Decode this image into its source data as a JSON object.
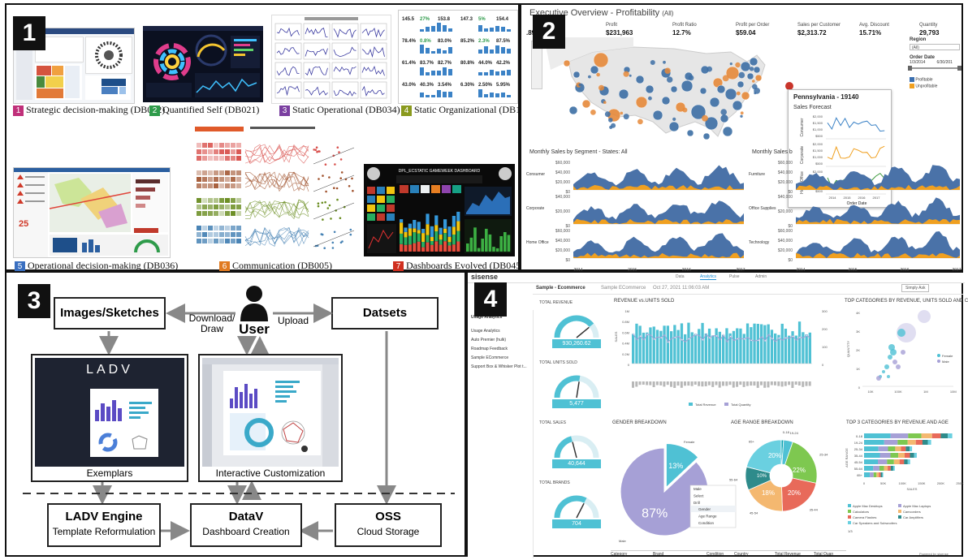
{
  "panels": [
    {
      "number": "1"
    },
    {
      "number": "2"
    },
    {
      "number": "3"
    },
    {
      "number": "4"
    }
  ],
  "p1": {
    "captions": [
      {
        "num": "1",
        "label": "Strategic decision-making (DB052)",
        "color": "#c0307a"
      },
      {
        "num": "2",
        "label": "Quantified Self (DB021)",
        "color": "#2e9b4a"
      },
      {
        "num": "3",
        "label": "Static Operational (DB034)",
        "color": "#7a3fa0"
      },
      {
        "num": "4",
        "label": "Static Organizational (DB101)",
        "color": "#8a9a1e"
      },
      {
        "num": "5",
        "label": "Operational decision-making (DB036)",
        "color": "#3a6fc0"
      },
      {
        "num": "6",
        "label": "Communication (DB005)",
        "color": "#e07a20"
      },
      {
        "num": "7",
        "label": "Dashboards Evolved (DB045)",
        "color": "#d03020"
      }
    ],
    "thumb4_values": [
      "145.5",
      "27%",
      "153.8",
      "147.3",
      "5%",
      "154.4",
      "78.4%",
      "0.8%",
      "83.0%",
      "85.2%",
      "2.3%",
      "87.5%",
      "61.4%",
      "83.7%",
      "82.7%",
      "80.8%",
      "44.0%",
      "42.2%",
      "43.0%",
      "40.3%",
      "3.54%",
      "6.30%",
      "2.50%",
      "5.95%"
    ],
    "thumb5_number": "25",
    "thumb7_title": "DPL_ECSTATIC GAMEWEEK DASHBOARD"
  },
  "p2": {
    "title": "Executive Overview - Profitability",
    "title_suffix": "(All)",
    "kpis": [
      {
        "label": "",
        "value": ".895"
      },
      {
        "label": "Profit",
        "value": "$231,963"
      },
      {
        "label": "Profit Ratio",
        "value": "12.7%"
      },
      {
        "label": "Profit per Order",
        "value": "$59.04"
      },
      {
        "label": "Sales per Customer",
        "value": "$2,313.72"
      },
      {
        "label": "Avg. Discount",
        "value": "15.71%"
      },
      {
        "label": "Quantity",
        "value": "29,793"
      }
    ],
    "filters": {
      "region_label": "Region",
      "region_value": "(All)",
      "order_date_label": "Order Date",
      "date_start": "1/3/2014",
      "date_end": "6/30/201",
      "legend": [
        {
          "label": "Profitable",
          "color": "#3b6fb0"
        },
        {
          "label": "Unprofitable",
          "color": "#f0a020"
        }
      ]
    },
    "tooltip": {
      "title": "Pennsylvania - 19140",
      "subtitle": "Sales Forecast",
      "rows": [
        "Consumer",
        "Corporate",
        "Home Office"
      ],
      "yticks": [
        "$2,000",
        "$1,500",
        "$1,000",
        "$500"
      ],
      "xticks": [
        "2014",
        "2015",
        "2016",
        "2017"
      ],
      "xlabel": "Order Date"
    },
    "left_chart": {
      "title": "Monthly Sales by Segment - States: All",
      "segments": [
        {
          "name": "Consumer",
          "ticks": [
            "$60,000",
            "$40,000",
            "$20,000",
            "$0"
          ]
        },
        {
          "name": "Corporate",
          "ticks": [
            "$40,000",
            "$20,000",
            "$0"
          ]
        },
        {
          "name": "Home Office",
          "ticks": [
            "$60,000",
            "$40,000",
            "$20,000",
            "$0"
          ]
        }
      ],
      "xticks": [
        "2014",
        "2015",
        "2016",
        "2017"
      ]
    },
    "right_chart": {
      "title": "Monthly Sales b",
      "segments": [
        {
          "name": "Furniture",
          "ticks": [
            "$60,000",
            "$40,000",
            "$20,000",
            "$0"
          ]
        },
        {
          "name": "Office Supplies",
          "ticks": [
            "$40,000",
            "$20,000",
            "$0"
          ]
        },
        {
          "name": "Technology",
          "ticks": [
            "$60,000",
            "$40,000",
            "$20,000",
            "$0"
          ]
        }
      ],
      "xticks": [
        "2014",
        "2015",
        "2016",
        "2017"
      ]
    }
  },
  "p3": {
    "images_sketches": "Images/Sketches",
    "user": "User",
    "datsets": "Datsets",
    "download_draw": "Download/\nDraw",
    "upload": "Upload",
    "exemplars": "Exemplars",
    "interactive": "Interactive Customization",
    "ladv_logo": "LADV",
    "engine_title": "LADV Engine",
    "engine_sub": "Template Reformulation",
    "datav_title": "DataV",
    "datav_sub": "Dashboard Creation",
    "oss_title": "OSS",
    "oss_sub": "Cloud Storage"
  },
  "p4": {
    "brand": "sisense",
    "nav_tabs": [
      "Data",
      "Analytics",
      "Pulse",
      "Admin"
    ],
    "active_tab": "Analytics",
    "dashboard_name": "Sample - Ecommerce",
    "breadcrumb": "Sample ECommerce",
    "date": "Oct 27, 2021 11:06:03 AM",
    "simply_ask": "Simply Ask",
    "sidebar": [
      "Usage Analytics",
      "Usage Analytics",
      "Auto Premier (hulk)",
      "Roadmap Feedback",
      "Sample ECommerce",
      "Support Box & Whisker Plot t..."
    ],
    "kpis": [
      {
        "label": "TOTAL REVENUE",
        "value": "930,260.62"
      },
      {
        "label": "TOTAL UNITS SOLD",
        "value": "5,477"
      },
      {
        "label": "TOTAL SALES",
        "value": "40,644"
      },
      {
        "label": "TOTAL BRANDS",
        "value": "704"
      }
    ],
    "revenue_chart": {
      "title": "REVENUE vs.UNITS SOLD",
      "yticks_left": [
        "1M",
        "0.8M",
        "0.6M",
        "0.4M",
        "0.2M",
        "0"
      ],
      "yticks_right": [
        "300",
        "200",
        "100",
        "0"
      ],
      "ylabel": "SALES",
      "legend": [
        "Total Revenue",
        "Total Quantity"
      ]
    },
    "scatter_chart": {
      "title": "TOP CATEGORIES BY REVENUE, UNITS SOLD AND C",
      "yticks": [
        "4K",
        "3K",
        "2K",
        "1K",
        "0"
      ],
      "xticks": [
        "10K",
        "100K",
        "1M",
        "10M"
      ],
      "ylabel": "QUANTITY",
      "legend": [
        {
          "label": "Female",
          "color": "#4fc1d4"
        },
        {
          "label": "Male",
          "color": "#a6a0d6"
        }
      ]
    },
    "gender_chart": {
      "title": "GENDER BREAKDOWN",
      "slices": [
        {
          "label": "Female",
          "value": 13,
          "text": "13%",
          "color": "#4fc1d4"
        },
        {
          "label": "Male",
          "value": 87,
          "text": "87%",
          "color": "#a6a0d6"
        }
      ],
      "menu": [
        "Male",
        "Select",
        "Drill",
        "Gender",
        "Age Range",
        "Condition"
      ]
    },
    "age_chart": {
      "title": "AGE RANGE BREAKDOWN",
      "slices": [
        {
          "label": "0-18",
          "value": 1,
          "color": "#00a0b0"
        },
        {
          "label": "19-24",
          "value": 4,
          "color": "#4fc1d4"
        },
        {
          "label": "25-34",
          "value": 22,
          "color": "#7ec850"
        },
        {
          "label": "35-44",
          "value": 20,
          "color": "#e86a5a"
        },
        {
          "label": "45-54",
          "value": 18,
          "color": "#f4b870"
        },
        {
          "label": "55-64",
          "value": 10,
          "color": "#2e8b8b"
        },
        {
          "label": "65+",
          "value": 20,
          "color": "#6ad0e0"
        }
      ],
      "texts": [
        "20%",
        "22%",
        "20%",
        "18%",
        "10%"
      ]
    },
    "bar_chart": {
      "title": "TOP 3 CATEGORIES BY REVENUE AND AGE",
      "ylabel": "AGE RANGE",
      "categories": [
        "0-18",
        "19-24",
        "25-34",
        "35-44",
        "45-54",
        "55-64",
        "65+"
      ],
      "xticks": [
        "0",
        "50K",
        "100K",
        "150K",
        "200K",
        "250K"
      ],
      "xlabel": "SALES",
      "legend": [
        "Apple Mac Desktops",
        "Apple Mac Laptops",
        "Calculators",
        "Camcorders",
        "Camera Flashes",
        "Car Amplifiers",
        "Car Speakers and Subwoofers"
      ],
      "pager": "1/3"
    },
    "table_headers": [
      "Category",
      "Brand",
      "Condition",
      "Country",
      "Total Revenue",
      "Total Quan"
    ],
    "footer": "Powered by sisense"
  }
}
